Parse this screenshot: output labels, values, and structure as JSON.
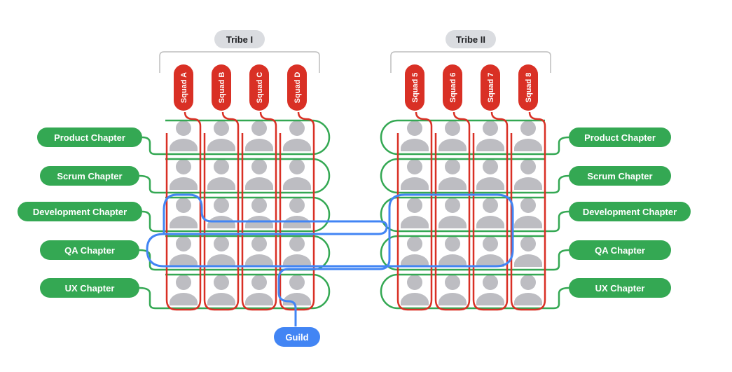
{
  "tribes": [
    {
      "label": "Tribe I",
      "squads": [
        "Squad A",
        "Squad B",
        "Squad C",
        "Squad D"
      ]
    },
    {
      "label": "Tribe II",
      "squads": [
        "Squad 5",
        "Squad 6",
        "Squad 7",
        "Squad 8"
      ]
    }
  ],
  "chapters": [
    "Product Chapter",
    "Scrum Chapter",
    "Development Chapter",
    "QA Chapter",
    "UX Chapter"
  ],
  "guild": {
    "label": "Guild"
  },
  "colors": {
    "squad": "#d93025",
    "chapter": "#34a853",
    "guild": "#4285f4",
    "tribe_pill": "#dadce0",
    "tribe_text": "#202124",
    "person": "#bdbdc2",
    "bracket": "#bdbdbd"
  },
  "icons": {
    "member": "person-icon"
  }
}
